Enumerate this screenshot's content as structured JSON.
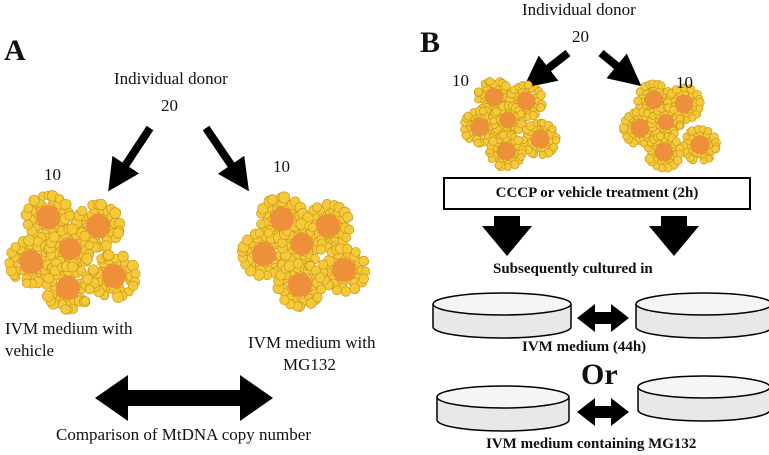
{
  "panel_a": {
    "label": "A",
    "donor_label": "Individual donor",
    "donor_count": "20",
    "left_count": "10",
    "right_count": "10",
    "left_caption_line1": "IVM medium with",
    "left_caption_line2": "vehicle",
    "right_caption_line1": "IVM medium with",
    "right_caption_line2": "MG132",
    "comparison": "Comparison of MtDNA copy number"
  },
  "panel_b": {
    "label": "B",
    "donor_label": "Individual donor",
    "donor_count": "20",
    "left_count": "10",
    "right_count": "10",
    "treatment_box": "CCCP or vehicle treatment (2h)",
    "cultured_label": "Subsequently cultured in",
    "medium_1": "IVM medium (44h)",
    "or_label": "Or",
    "medium_2": "IVM medium containing MG132"
  },
  "colors": {
    "granule_fill": "#f5c93a",
    "granule_stroke": "#c99a17",
    "nucleus": "#ee8f3c",
    "arrow": "#000000",
    "dish_fill": "#e8e8e8"
  }
}
